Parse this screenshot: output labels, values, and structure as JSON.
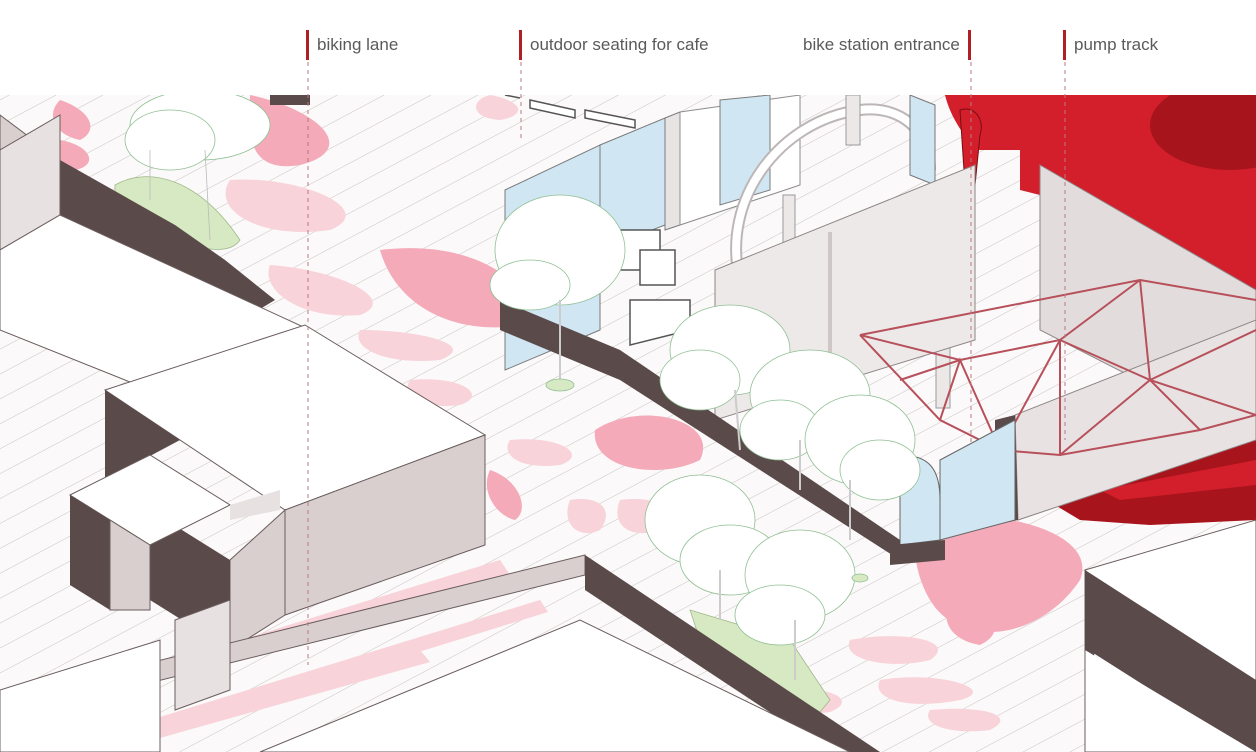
{
  "labels": {
    "biking_lane": "biking lane",
    "outdoor_seating": "outdoor seating for cafe",
    "bike_station_entrance": "bike station entrance",
    "pump_track": "pump track"
  },
  "colors": {
    "pink": "#f4aab8",
    "light_pink": "#f8d3da",
    "red": "#d21f2b",
    "dark_red": "#a8141c",
    "wall_dark": "#5a4a4a",
    "wall_light": "#d9cfcf",
    "grass": "#d7e9c2",
    "glass": "#d0e6f2",
    "accent": "#b11f24"
  }
}
